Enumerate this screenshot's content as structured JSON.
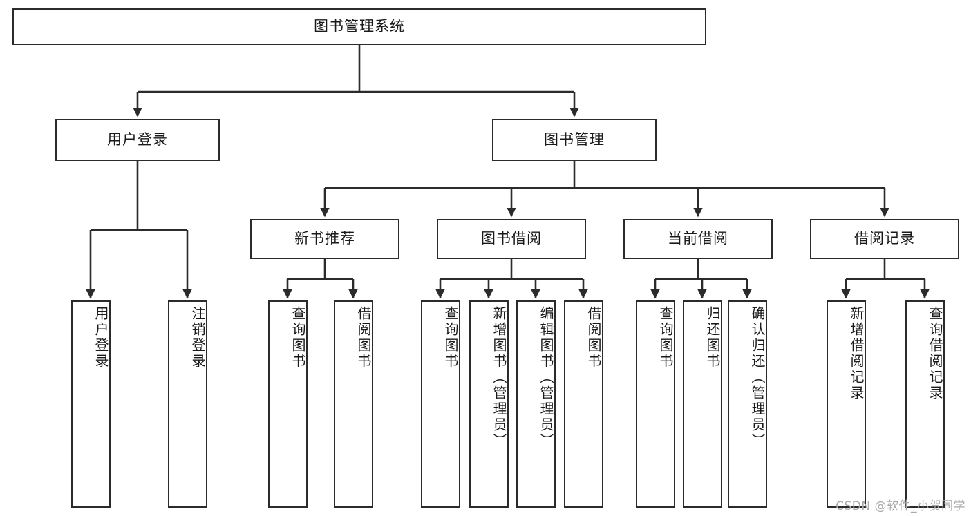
{
  "diagram": {
    "title": "图书管理系统",
    "type": "tree-hierarchy",
    "background_color": "#ffffff",
    "line_color": "#2b2b2b",
    "box_fill": "#ffffff",
    "text_color": "#1a1a1a",
    "watermark": "CSDN @软件_小贺同学",
    "watermark_color": "#a9a9a9"
  },
  "root": {
    "label": "图书管理系统"
  },
  "level2": [
    {
      "label": "用户登录"
    },
    {
      "label": "图书管理"
    }
  ],
  "level3": [
    {
      "label": "新书推荐"
    },
    {
      "label": "图书借阅"
    },
    {
      "label": "当前借阅"
    },
    {
      "label": "借阅记录"
    }
  ],
  "leaves": {
    "user_login": [
      {
        "label": "用户登录"
      },
      {
        "label": "注销登录"
      }
    ],
    "new_book_recommend": [
      {
        "label": "查询图书"
      },
      {
        "label": "借阅图书"
      }
    ],
    "book_borrow": [
      {
        "label": "查询图书"
      },
      {
        "label": "新增图书（管理员）"
      },
      {
        "label": "编辑图书（管理员）"
      },
      {
        "label": "借阅图书"
      }
    ],
    "current_borrow": [
      {
        "label": "查询图书"
      },
      {
        "label": "归还图书"
      },
      {
        "label": "确认归还（管理员）"
      }
    ],
    "borrow_record": [
      {
        "label": "新增借阅记录"
      },
      {
        "label": "查询借阅记录"
      }
    ]
  }
}
